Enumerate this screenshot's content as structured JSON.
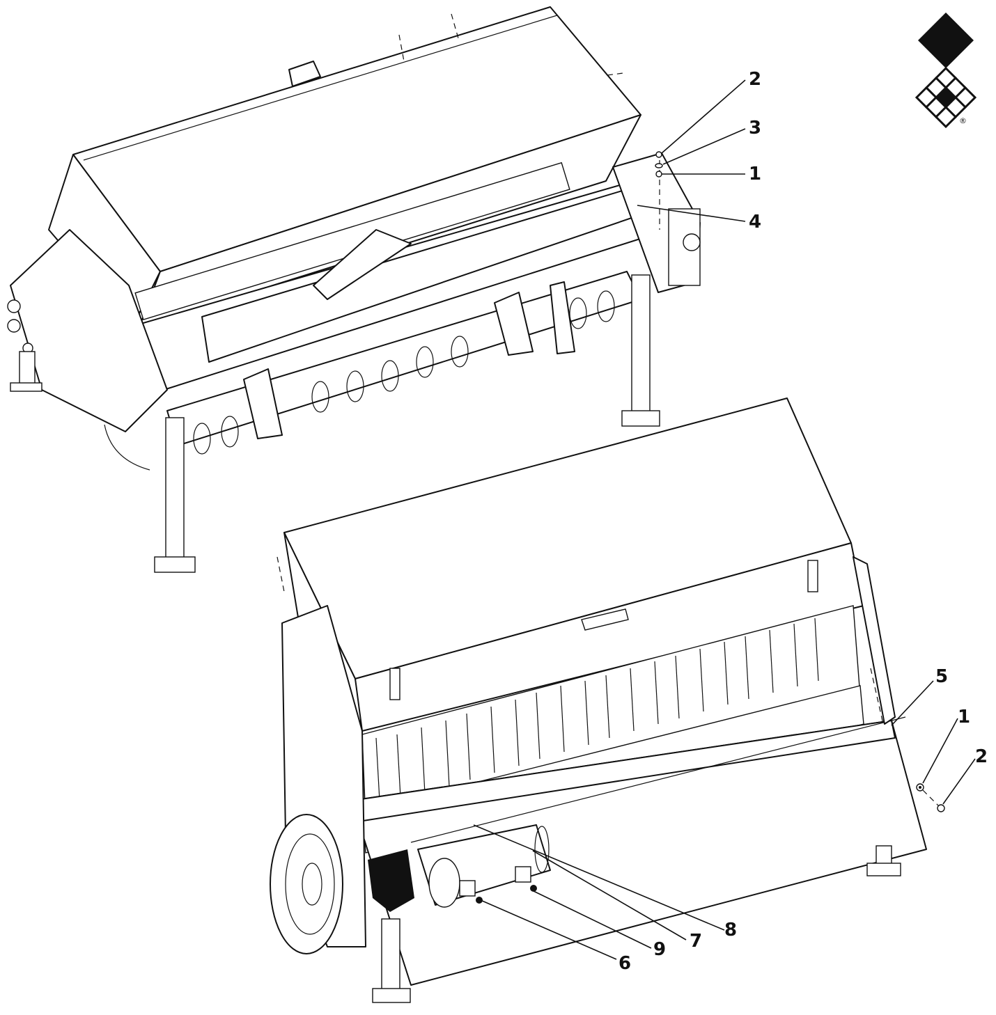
{
  "callouts": {
    "top": [
      {
        "label": "2"
      },
      {
        "label": "3"
      },
      {
        "label": "1"
      },
      {
        "label": "4"
      }
    ],
    "bottom": [
      {
        "label": "5"
      },
      {
        "label": "1"
      },
      {
        "label": "2"
      },
      {
        "label": "8"
      },
      {
        "label": "7"
      },
      {
        "label": "9"
      },
      {
        "label": "6"
      }
    ]
  },
  "logo": {
    "icon": "diamond-grid-logo-icon",
    "mark": "®"
  },
  "colors": {
    "ink": "#111111",
    "paper": "#ffffff"
  }
}
